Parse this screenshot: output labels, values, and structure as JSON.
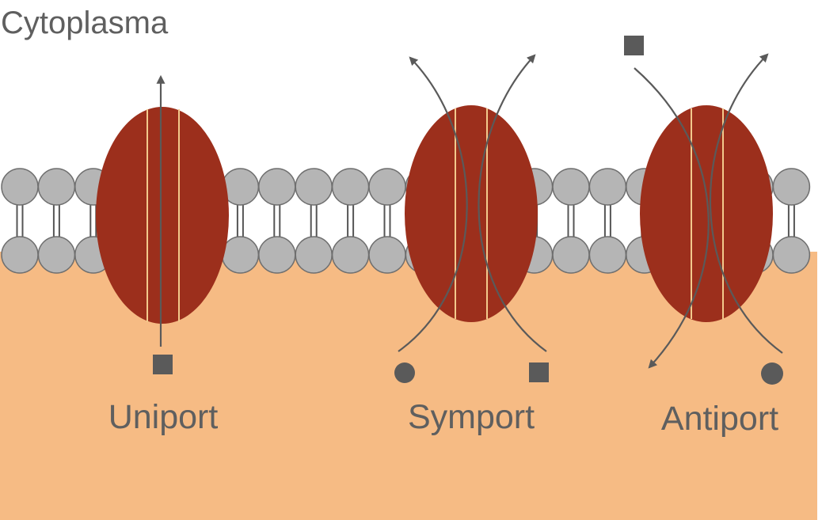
{
  "title": "Cytoplasma",
  "transporters": [
    {
      "label": "Uniport"
    },
    {
      "label": "Symport"
    },
    {
      "label": "Antiport"
    }
  ],
  "colors": {
    "background": "#ffffff",
    "extracellular": "#f6bb84",
    "lipid_head": "#b5b5b5",
    "lipid_head_stroke": "#6f6f6f",
    "protein": "#9c2f1c",
    "protein_stripe": "#f2c98c",
    "arrow": "#5a5a5a",
    "text": "#5f5f5f"
  },
  "icons": {
    "square_molecule": "square-molecule-icon",
    "circle_molecule": "circle-molecule-icon",
    "arrow": "arrow-icon"
  }
}
